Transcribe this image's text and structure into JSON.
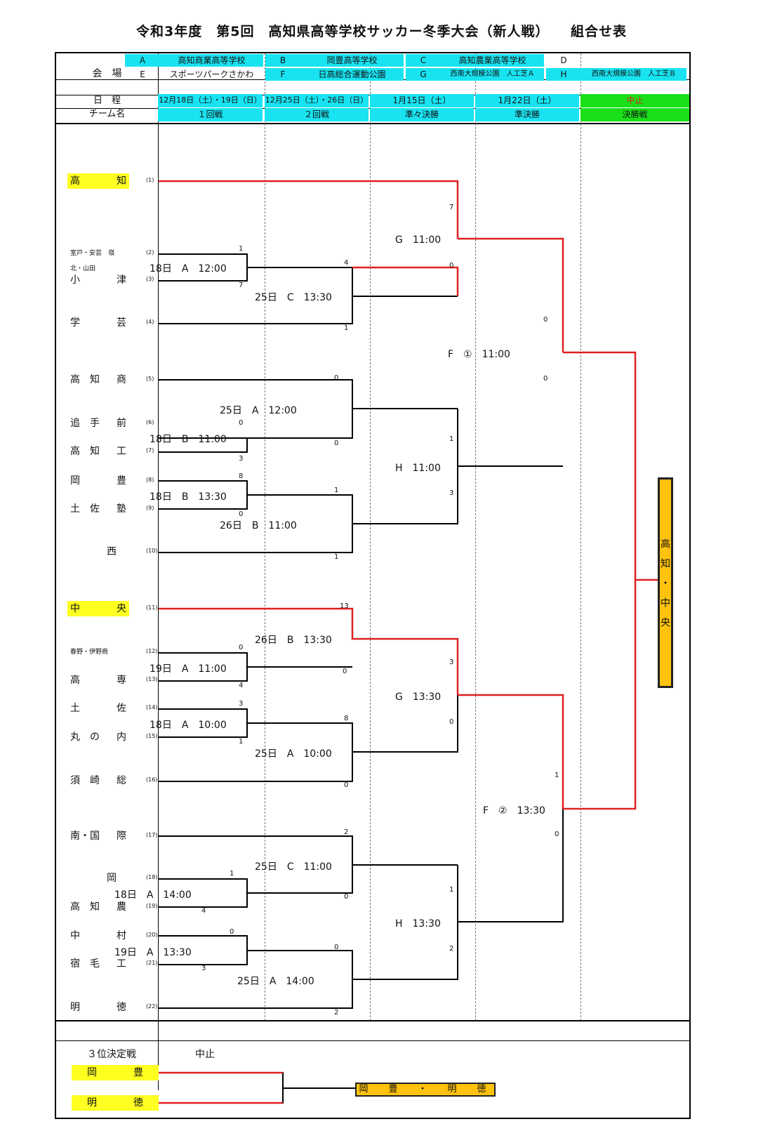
{
  "title": "令和3年度　第5回　高知県高等学校サッカー冬季大会（新人戦）　　組合せ表",
  "venue_label": "会　場",
  "venues": [
    {
      "code": "A",
      "name": "高知商業高等学校"
    },
    {
      "code": "B",
      "name": "岡豊高等学校"
    },
    {
      "code": "C",
      "name": "高知農業高等学校"
    },
    {
      "code": "D",
      "name": ""
    },
    {
      "code": "E",
      "name": "スポーツパークさかわ"
    },
    {
      "code": "F",
      "name": "日高総合運動公園"
    },
    {
      "code": "G",
      "name": "西南大規模公園　人工芝Ａ"
    },
    {
      "code": "H",
      "name": "西南大規模公園　人工芝Ｂ"
    }
  ],
  "schedule_label": "日　程",
  "team_label": "チーム名",
  "dates": [
    "12月18日（土）・19日（日）",
    "12月25日（土）・26日（日）",
    "1月15日（土）",
    "1月22日（土）",
    "中止"
  ],
  "rounds": [
    "１回戦",
    "２回戦",
    "準々決勝",
    "準決勝",
    "決勝戦"
  ],
  "colors": {
    "cyan": "#19e3f1",
    "green": "#19e019",
    "yellow": "#ffff22",
    "orange": "#ffc20e",
    "winner_line": "#e02020",
    "cancel_text": "#e02020"
  },
  "teams": [
    {
      "no": "(1)",
      "a": "高",
      "b": "知",
      "hl": true
    },
    {
      "no": "(2)",
      "a": "室戸・安芸　嶺北・山田",
      "b": "",
      "small": true
    },
    {
      "no": "(3)",
      "a": "小",
      "b": "津"
    },
    {
      "no": "(4)",
      "a": "学",
      "b": "芸"
    },
    {
      "no": "(5)",
      "a": "高　知",
      "b": "商"
    },
    {
      "no": "(6)",
      "a": "追　手",
      "b": "前"
    },
    {
      "no": "(7)",
      "a": "高　知",
      "b": "工"
    },
    {
      "no": "(8)",
      "a": "岡",
      "b": "豊"
    },
    {
      "no": "(9)",
      "a": "土　佐",
      "b": "塾"
    },
    {
      "no": "(10)",
      "a": "",
      "b": "西　"
    },
    {
      "no": "(11)",
      "a": "中",
      "b": "央",
      "hl": true
    },
    {
      "no": "(12)",
      "a": "春野・伊野商",
      "b": "",
      "small": true
    },
    {
      "no": "(13)",
      "a": "高",
      "b": "専"
    },
    {
      "no": "(14)",
      "a": "土",
      "b": "佐"
    },
    {
      "no": "(15)",
      "a": "丸　の",
      "b": "内"
    },
    {
      "no": "(16)",
      "a": "須　崎",
      "b": "総"
    },
    {
      "no": "(17)",
      "a": "南・国",
      "b": "際"
    },
    {
      "no": "(18)",
      "a": "",
      "b": "岡　"
    },
    {
      "no": "(19)",
      "a": "高　知",
      "b": "農"
    },
    {
      "no": "(20)",
      "a": "中",
      "b": "村"
    },
    {
      "no": "(21)",
      "a": "宿　毛",
      "b": "工"
    },
    {
      "no": "(22)",
      "a": "明",
      "b": "徳"
    }
  ],
  "matches": [
    {
      "label": "18日　A　12:00",
      "s1": "1",
      "s2": "7"
    },
    {
      "label": "25日　C　13:30",
      "s1": "4",
      "s2": "1"
    },
    {
      "label": "G　11:00",
      "s1": "7",
      "s2": "0"
    },
    {
      "label": "25日　A　12:00",
      "s1": "0",
      "s2": "0"
    },
    {
      "label": "18日　B　11:00",
      "s1": "0",
      "s2": "3"
    },
    {
      "label": "H　11:00",
      "s1": "1",
      "s2": "3"
    },
    {
      "label": "18日　B　13:30",
      "s1": "8",
      "s2": "0"
    },
    {
      "label": "26日　B　11:00",
      "s1": "1",
      "s2": "1"
    },
    {
      "label": "F　①　11:00",
      "s1": "0",
      "s2": "0"
    },
    {
      "label": "26日　B　13:30",
      "s1": "13",
      "s2": "0"
    },
    {
      "label": "19日　A　11:00",
      "s1": "0",
      "s2": "4"
    },
    {
      "label": "G　13:30",
      "s1": "3",
      "s2": "0"
    },
    {
      "label": "18日　A　10:00",
      "s1": "3",
      "s2": "1"
    },
    {
      "label": "25日　A　10:00",
      "s1": "8",
      "s2": "0"
    },
    {
      "label": "F　②　13:30",
      "s1": "1",
      "s2": "0"
    },
    {
      "label": "25日　C　11:00",
      "s1": "2",
      "s2": "0"
    },
    {
      "label": "18日　A　14:00",
      "s1": "1",
      "s2": "4"
    },
    {
      "label": "H　13:30",
      "s1": "1",
      "s2": "2"
    },
    {
      "label": "19日　A　13:30",
      "s1": "0",
      "s2": "3"
    },
    {
      "label": "25日　A　14:00",
      "s1": "0",
      "s2": "2"
    }
  ],
  "champion": "高　知　・　中　央",
  "third_place_label": "３位決定戦",
  "third_place_status": "中止",
  "third_teams": [
    {
      "a": "岡",
      "b": "豊"
    },
    {
      "a": "明",
      "b": "徳"
    }
  ],
  "third_result": "岡　豊　・　明　徳"
}
